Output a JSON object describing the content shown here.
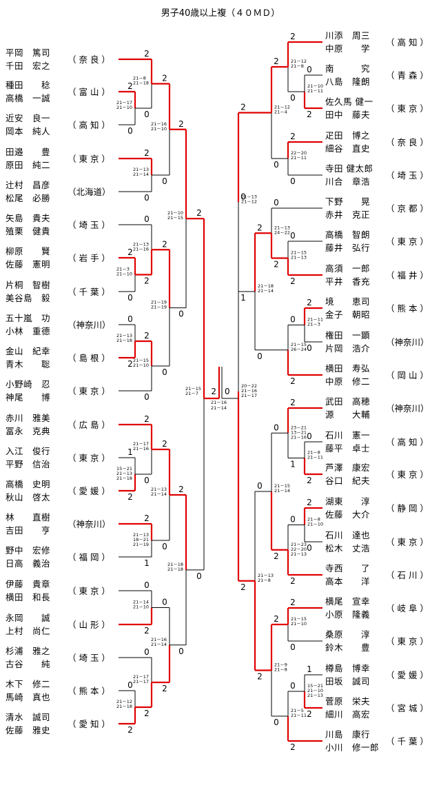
{
  "title": "男子40歳以上複（４０ＭＤ）",
  "left": [
    {
      "p1": "平岡　篤司",
      "p2": "千田　宏之",
      "pref": "（ 奈 良 ）"
    },
    {
      "p1": "種田　　稔",
      "p2": "高橋　一誠",
      "pref": "（ 富 山 ）"
    },
    {
      "p1": "近安　良一",
      "p2": "岡本　純人",
      "pref": "（ 高 知 ）"
    },
    {
      "p1": "田邉　　豊",
      "p2": "原田　純二",
      "pref": "（ 東 京 ）"
    },
    {
      "p1": "辻村　昌彦",
      "p2": "松尾　必勝",
      "pref": "（北海道）"
    },
    {
      "p1": "矢島　貴夫",
      "p2": "殖栗　健貴",
      "pref": "（ 埼 玉 ）"
    },
    {
      "p1": "柳原　　賢",
      "p2": "佐藤　憲明",
      "pref": "（ 岩 手 ）"
    },
    {
      "p1": "片桐　智樹",
      "p2": "美谷島　毅",
      "pref": "（ 千 葉 ）"
    },
    {
      "p1": "五十嵐　功",
      "p2": "小林　重德",
      "pref": "（神奈川）"
    },
    {
      "p1": "金山　紀幸",
      "p2": "青木　　聡",
      "pref": "（ 島 根 ）"
    },
    {
      "p1": "小野崎　忍",
      "p2": "神尾　　博",
      "pref": "（ 東 京 ）"
    },
    {
      "p1": "赤川　雅美",
      "p2": "冨永　克典",
      "pref": "（ 広 島 ）"
    },
    {
      "p1": "入江　俊行",
      "p2": "平野　信治",
      "pref": "（ 東 京 ）"
    },
    {
      "p1": "高橋　史明",
      "p2": "秋山　啓太",
      "pref": "（ 愛 媛 ）"
    },
    {
      "p1": "林　　直樹",
      "p2": "吉田　　亨",
      "pref": "（神奈川）"
    },
    {
      "p1": "野中　宏修",
      "p2": "日高　義治",
      "pref": "（ 福 岡 ）"
    },
    {
      "p1": "伊藤　貴章",
      "p2": "横田　和長",
      "pref": "（ 東 京 ）"
    },
    {
      "p1": "永岡　　誠",
      "p2": "上村　尚仁",
      "pref": "（ 山 形 ）"
    },
    {
      "p1": "杉浦　雅之",
      "p2": "古谷　　純",
      "pref": "（ 埼 玉 ）"
    },
    {
      "p1": "木下　修二",
      "p2": "馬崎　真也",
      "pref": "（ 熊 本 ）"
    },
    {
      "p1": "清水　誠司",
      "p2": "佐藤　雅史",
      "pref": "（ 愛 知 ）"
    }
  ],
  "right": [
    {
      "p1": "川添　周三",
      "p2": "中原　　学",
      "pref": "（ 高 知 ）"
    },
    {
      "p1": "南　　　究",
      "p2": "八島　隆朗",
      "pref": "（ 青 森 ）"
    },
    {
      "p1": "佐久馬 健一",
      "p2": "田中　藤夫",
      "pref": "（ 東 京 ）"
    },
    {
      "p1": "疋田　博之",
      "p2": "細谷　直史",
      "pref": "（ 奈 良 ）"
    },
    {
      "p1": "寺田 健太郎",
      "p2": "川合　章浩",
      "pref": "（ 埼 玉 ）"
    },
    {
      "p1": "下野　　晃",
      "p2": "赤井　克正",
      "pref": "（ 京 都 ）"
    },
    {
      "p1": "高橋　智朗",
      "p2": "藤井　弘行",
      "pref": "（ 東 京 ）"
    },
    {
      "p1": "高須　一郎",
      "p2": "平井　香充",
      "pref": "（ 福 井 ）"
    },
    {
      "p1": "境　　恵司",
      "p2": "金子　朝昭",
      "pref": "（ 熊 本 ）"
    },
    {
      "p1": "権田　一顕",
      "p2": "片岡　浩介",
      "pref": "（神奈川）"
    },
    {
      "p1": "横田　寿弘",
      "p2": "中原　修二",
      "pref": "（ 岡 山 ）"
    },
    {
      "p1": "武田　高穂",
      "p2": "源　　大輔",
      "pref": "（神奈川）"
    },
    {
      "p1": "石川　憲一",
      "p2": "藤平　卓士",
      "pref": "（ 高 知 ）"
    },
    {
      "p1": "芦澤　康宏",
      "p2": "谷口　紀夫",
      "pref": "（ 東 京 ）"
    },
    {
      "p1": "湖東　　淳",
      "p2": "佐藤　大介",
      "pref": "（ 静 岡 ）"
    },
    {
      "p1": "石川　達也",
      "p2": "松木　丈浩",
      "pref": "（ 東 京 ）"
    },
    {
      "p1": "寺西　　了",
      "p2": "高本　　洋",
      "pref": "（ 石 川 ）"
    },
    {
      "p1": "横尾　宣幸",
      "p2": "小原　隆義",
      "pref": "（ 岐 阜 ）"
    },
    {
      "p1": "桑原　　淳",
      "p2": "鈴木　　豊",
      "pref": "（ 東 京 ）"
    },
    {
      "p1": "樽島　博幸",
      "p2": "田坂　誠司",
      "pref": "（ 愛 媛 ）"
    },
    {
      "p1": "菅原　栄夫",
      "p2": "細川　高宏",
      "pref": "（ 宮 城 ）"
    },
    {
      "p1": "川島　康行",
      "p2": "小川　修一郎",
      "pref": "（ 千 葉 ）"
    }
  ],
  "left_matches": [
    {
      "g": [
        "21－8",
        "21－18"
      ],
      "s": [
        "2",
        "0"
      ]
    },
    {
      "g": [
        "21－17",
        "21－10"
      ],
      "s": [
        "2",
        "0"
      ]
    },
    {
      "g": [
        "21－16",
        "21－10"
      ],
      "s": [
        "2",
        "0"
      ]
    },
    {
      "g": [
        "21－13",
        "21－14"
      ],
      "s": [
        "2",
        "0"
      ]
    },
    {
      "g": [
        "21－10",
        "21－15"
      ],
      "s": [
        "2",
        "0"
      ]
    },
    {
      "g": [
        "21－13",
        "21－16"
      ],
      "s": [
        "0",
        "2"
      ]
    },
    {
      "g": [
        "21－3",
        "21－10"
      ],
      "s": [
        "2",
        "0"
      ]
    },
    {
      "g": [
        "21－19",
        "21－19"
      ],
      "s": [
        "2",
        "0"
      ]
    },
    {
      "g": [
        "21－13",
        "21－18"
      ],
      "s": [
        "0",
        "2"
      ]
    },
    {
      "g": [
        "21－15",
        "21－10"
      ],
      "s": [
        "2",
        "0"
      ]
    },
    {
      "g": [
        "21－15",
        "21－7"
      ],
      "s": [
        "2",
        "0"
      ]
    },
    {
      "g": [
        "21－17",
        "21－16"
      ],
      "s": [
        "2",
        "0"
      ]
    },
    {
      "g": [
        "15－21",
        "21－13",
        "21－18"
      ],
      "s": [
        "1",
        "2"
      ]
    },
    {
      "g": [
        "21－13",
        "21－14"
      ],
      "s": [
        "2",
        "0"
      ]
    },
    {
      "g": [
        "21－13",
        "18－21",
        "21－19"
      ],
      "s": [
        "2",
        "1"
      ]
    },
    {
      "g": [
        "21－18",
        "21－18"
      ],
      "s": [
        "2",
        "0"
      ]
    },
    {
      "g": [
        "21－14",
        "21－10"
      ],
      "s": [
        "0",
        "2"
      ]
    },
    {
      "g": [
        "21－12",
        "21－18"
      ],
      "s": [
        "0",
        "2"
      ]
    },
    {
      "g": [
        "21－17",
        "21－17"
      ],
      "s": [
        "0",
        "2"
      ]
    },
    {
      "g": [
        "21－16",
        "21－14"
      ],
      "s": [
        "0",
        "2"
      ]
    }
  ],
  "right_matches": [
    {
      "g": [
        "21－12",
        "21－8"
      ],
      "s": [
        "2",
        "0"
      ]
    },
    {
      "g": [
        "21－10",
        "21－11"
      ],
      "s": [
        "0",
        "2"
      ]
    },
    {
      "g": [
        "21－12",
        "21－4"
      ],
      "s": [
        "2",
        "0"
      ]
    },
    {
      "g": [
        "22－20",
        "21－11"
      ],
      "s": [
        "2",
        "0"
      ]
    },
    {
      "g": [
        "21－13",
        "21－12"
      ],
      "s": [
        "2",
        "1"
      ]
    },
    {
      "g": [
        "21－13",
        "24－22"
      ],
      "s": [
        "0",
        "2"
      ]
    },
    {
      "g": [
        "21－15",
        "21－13"
      ],
      "s": [
        "0",
        "2"
      ]
    },
    {
      "g": [
        "21－18",
        "21－14"
      ],
      "s": [
        "2",
        "0"
      ]
    },
    {
      "g": [
        "21－11",
        "21－3"
      ],
      "s": [
        "2",
        "0"
      ]
    },
    {
      "g": [
        "21－15",
        "26－24"
      ],
      "s": [
        "0",
        "2"
      ]
    },
    {
      "g": [
        "20－22",
        "21－16",
        "21－17"
      ],
      "s": [
        "0",
        "2"
      ]
    },
    {
      "g": [
        "23－21",
        "13－21",
        "21－16"
      ],
      "s": [
        "2",
        "1"
      ]
    },
    {
      "g": [
        "21－8",
        "21－11"
      ],
      "s": [
        "0",
        "2"
      ]
    },
    {
      "g": [
        "21－15",
        "21－14"
      ],
      "s": [
        "0",
        "2"
      ]
    },
    {
      "g": [
        "21－8",
        "21－10"
      ],
      "s": [
        "2",
        "0"
      ]
    },
    {
      "g": [
        "21－23",
        "22－20",
        "21－13"
      ],
      "s": [
        "0",
        "2"
      ]
    },
    {
      "g": [
        "21－13",
        "21－8"
      ],
      "s": [
        "0",
        "2"
      ]
    },
    {
      "g": [
        "21－15",
        "21－10"
      ],
      "s": [
        "2",
        "0"
      ]
    },
    {
      "g": [
        "21－9",
        "21－8"
      ],
      "s": [
        "2",
        "0"
      ]
    },
    {
      "g": [
        "15－21",
        "21－10",
        "21－13"
      ],
      "s": [
        "1",
        "2"
      ]
    },
    {
      "g": [
        "21－5",
        "21－11"
      ],
      "s": [
        "0",
        "2"
      ]
    }
  ],
  "final": {
    "g": [
      "21－16",
      "21－14"
    ],
    "s": [
      "2",
      "0"
    ]
  },
  "colors": {
    "win": "#e00000",
    "line": "#000000"
  }
}
